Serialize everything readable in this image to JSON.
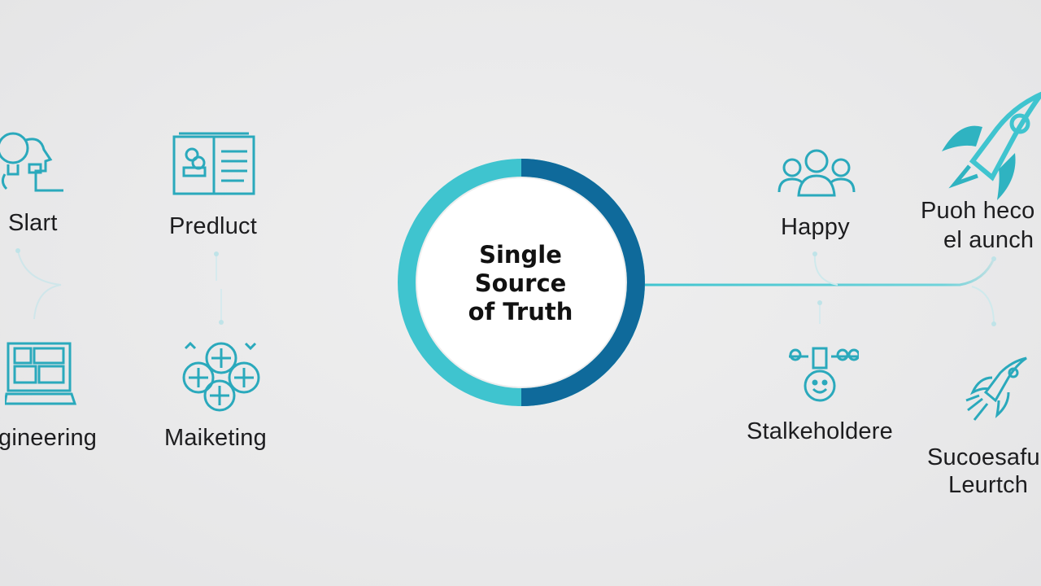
{
  "hub": {
    "lines": [
      "Single",
      "Source",
      "of Truth"
    ],
    "colors": {
      "ring_light": "#3fc4cf",
      "ring_dark": "#0f6a9b",
      "fill": "#ffffff"
    }
  },
  "nodes": {
    "start": {
      "label": "Slart",
      "icon": "lightbulb-person-icon"
    },
    "product": {
      "label": "Predluct",
      "icon": "product-book-icon"
    },
    "engineering": {
      "label": "gineering",
      "icon": "engineering-screen-icon"
    },
    "marketing": {
      "label": "Maiketing",
      "icon": "marketing-network-icon"
    },
    "happy": {
      "label": "Happy",
      "icon": "people-group-icon"
    },
    "push_launch": {
      "line1": "Puoh  heco",
      "line2": "el aunch",
      "icon": "rocket-icon"
    },
    "stakeholders": {
      "label": "Stalkeholdere",
      "icon": "smiley-person-icon"
    },
    "successful_launch": {
      "line1": "Sucoesafu",
      "line2": "Leurtch",
      "icon": "small-rocket-icon"
    }
  },
  "colors": {
    "accent_teal": "#3fc4cf",
    "accent_blue": "#1f6fb2",
    "icon_stroke": "#2aa9bc",
    "background": "#ebebeb"
  }
}
